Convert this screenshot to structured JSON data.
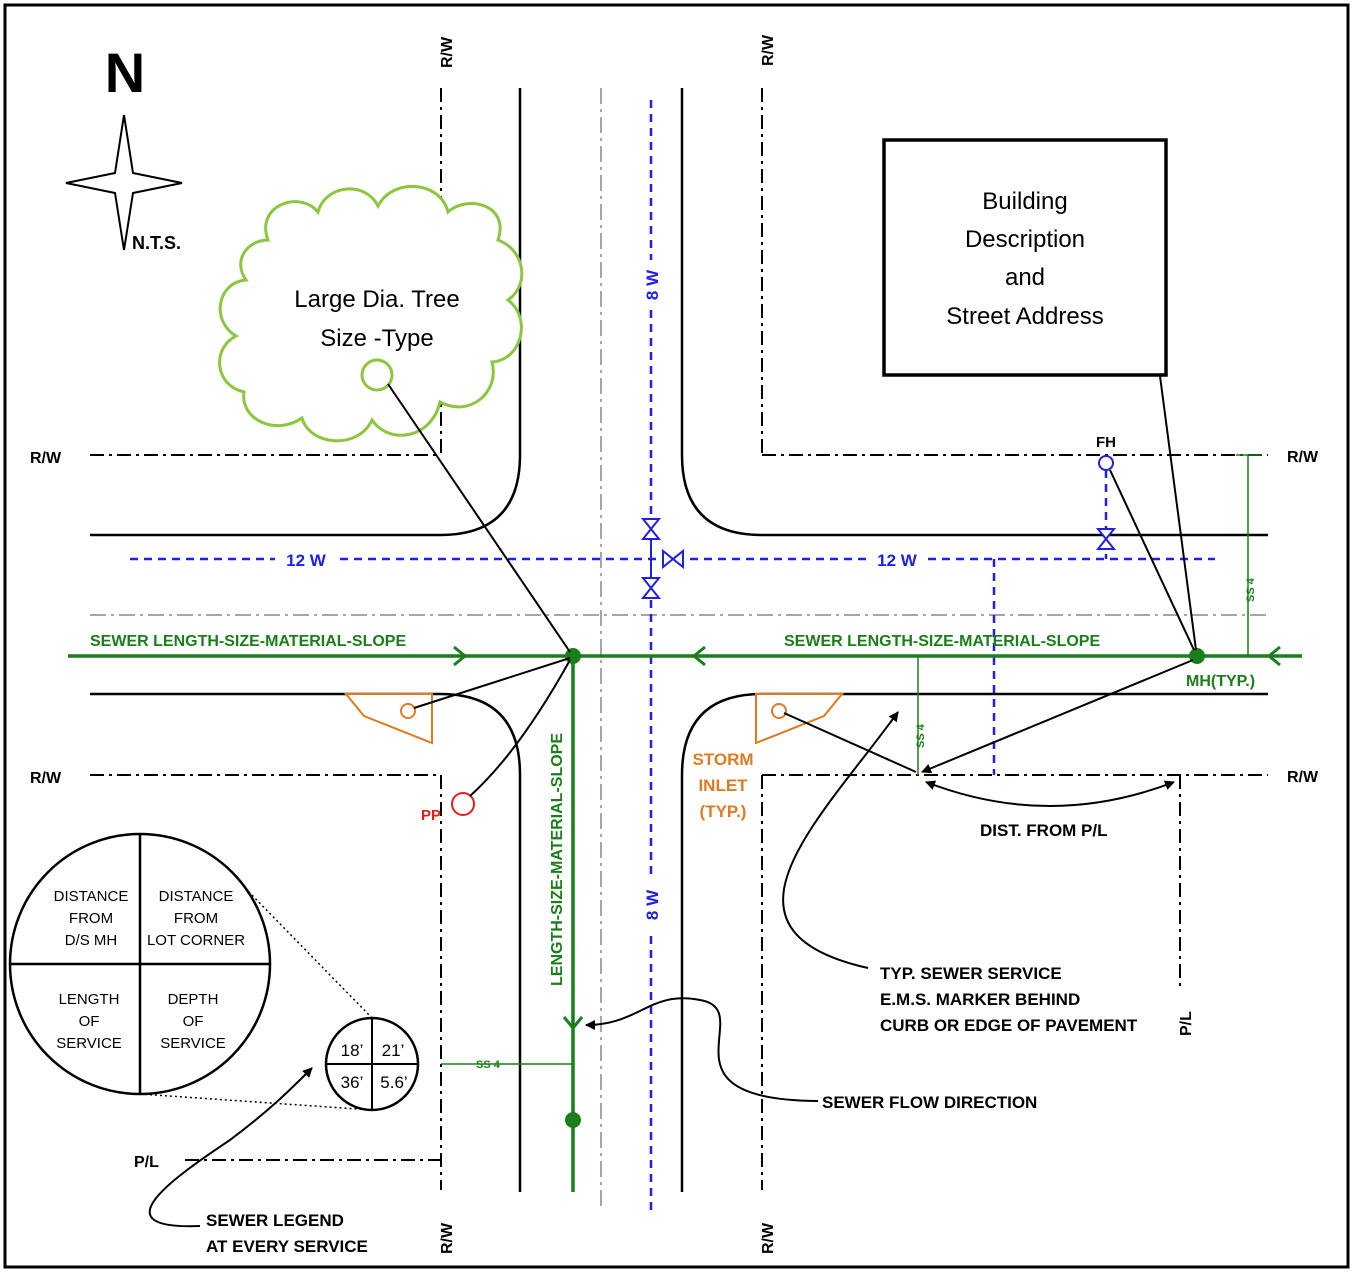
{
  "compass": {
    "north": "N",
    "scale_note": "N.T.S."
  },
  "rw_labels": {
    "top_left": "R/W",
    "top_right": "R/W",
    "left_upper": "R/W",
    "right_upper": "R/W",
    "left_lower": "R/W",
    "right_lower": "R/W",
    "bottom_left": "R/W",
    "bottom_right": "R/W"
  },
  "pl_labels": {
    "bottom_left": "P/L",
    "right": "P/L"
  },
  "tree": {
    "line1": "Large Dia. Tree",
    "line2": "Size -Type"
  },
  "building": {
    "line1": "Building",
    "line2": "Description",
    "line3": "and",
    "line4": "Street Address"
  },
  "water": {
    "west_main": "12 W",
    "east_main": "12 W",
    "north_main": "8 W",
    "south_main": "8 W"
  },
  "sewer": {
    "west_label": "SEWER LENGTH-SIZE-MATERIAL-SLOPE",
    "east_label": "SEWER LENGTH-SIZE-MATERIAL-SLOPE",
    "south_label": "LENGTH-SIZE-MATERIAL-SLOPE",
    "manhole_label": "MH(TYP.)"
  },
  "services": {
    "ss_east_vertical": "SS 4",
    "ss_service": "SS 4",
    "ss_south": "SS 4"
  },
  "features": {
    "fire_hydrant": "FH",
    "power_pole": "PP",
    "storm_inlet_line1": "STORM",
    "storm_inlet_line2": "INLET",
    "storm_inlet_line3": "(TYP.)"
  },
  "notes": {
    "dist_from_pl": "DIST. FROM P/L",
    "typ_service_1": "TYP. SEWER SERVICE",
    "typ_service_2": "E.M.S. MARKER BEHIND",
    "typ_service_3": "CURB OR EDGE OF PAVEMENT",
    "flow_direction": "SEWER FLOW DIRECTION",
    "legend_note_1": "SEWER LEGEND",
    "legend_note_2": "AT EVERY SERVICE"
  },
  "legend_large": {
    "tl_1": "DISTANCE",
    "tl_2": "FROM",
    "tl_3": "D/S MH",
    "tr_1": "DISTANCE",
    "tr_2": "FROM",
    "tr_3": "LOT CORNER",
    "bl_1": "LENGTH",
    "bl_2": "OF",
    "bl_3": "SERVICE",
    "br_1": "DEPTH",
    "br_2": "OF",
    "br_3": "SERVICE"
  },
  "legend_small": {
    "tl": "18’",
    "tr": "21’",
    "bl": "36’",
    "br": "5.6’"
  },
  "colors": {
    "sewer": "#1a7f1a",
    "water": "#1f1fe6",
    "tree": "#8cc63f",
    "storm": "#e07b22",
    "power_pole": "#e81c1c",
    "centerline": "#a6a6a6",
    "ink": "#000000"
  }
}
